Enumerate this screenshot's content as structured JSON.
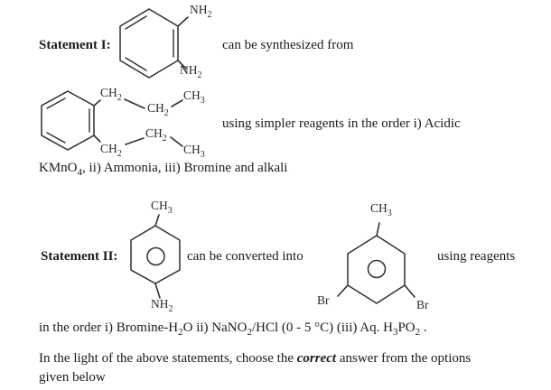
{
  "statement1": {
    "label": "Statement I:",
    "synthesized_text": "can be synthesized from",
    "reagents_line1": "using simpler reagents in the order i) Acidic",
    "kmno4_line": {
      "pre": "KMnO",
      "sub": "4",
      "post": ", ii) Ammonia, iii) Bromine and alkali"
    }
  },
  "statement2": {
    "label": "Statement II:",
    "converted_text": "can be converted into",
    "reagents_text": "using reagents",
    "order_segments": [
      {
        "t": "in the order i) Bromine-H"
      },
      {
        "t": "2"
      },
      {
        "t": "O ii) NaNO"
      },
      {
        "t": "2"
      },
      {
        "t": "/HCl (0 - 5 °C) (iii) Aq. H"
      },
      {
        "t": "3"
      },
      {
        "t": "PO"
      },
      {
        "t": "2"
      },
      {
        "t": " ."
      }
    ]
  },
  "closing": {
    "line1_pre": "In the light of the above statements, choose the ",
    "line1_emph": "correct",
    "line1_post": " answer from the options",
    "line2": "given below"
  },
  "structures": {
    "diamine": {
      "nh_top": {
        "main": "NH",
        "sub": "2"
      },
      "nh_bottom": {
        "main": "NH",
        "sub": "2"
      }
    },
    "dipropyl": {
      "t1": {
        "main": "CH",
        "sub": "2"
      },
      "t2": {
        "main": "CH",
        "sub": "2"
      },
      "t3": {
        "main": "CH",
        "sub": "3"
      },
      "b1": {
        "main": "CH",
        "sub": "2"
      },
      "b2": {
        "main": "CH",
        "sub": "2"
      },
      "b3": {
        "main": "CH",
        "sub": "3"
      }
    },
    "toluidine": {
      "ch3": {
        "main": "CH",
        "sub": "3"
      },
      "nh2": {
        "main": "NH",
        "sub": "2"
      }
    },
    "dibromotoluene": {
      "ch3": {
        "main": "CH",
        "sub": "3"
      },
      "br_left": "Br",
      "br_right": "Br"
    }
  }
}
